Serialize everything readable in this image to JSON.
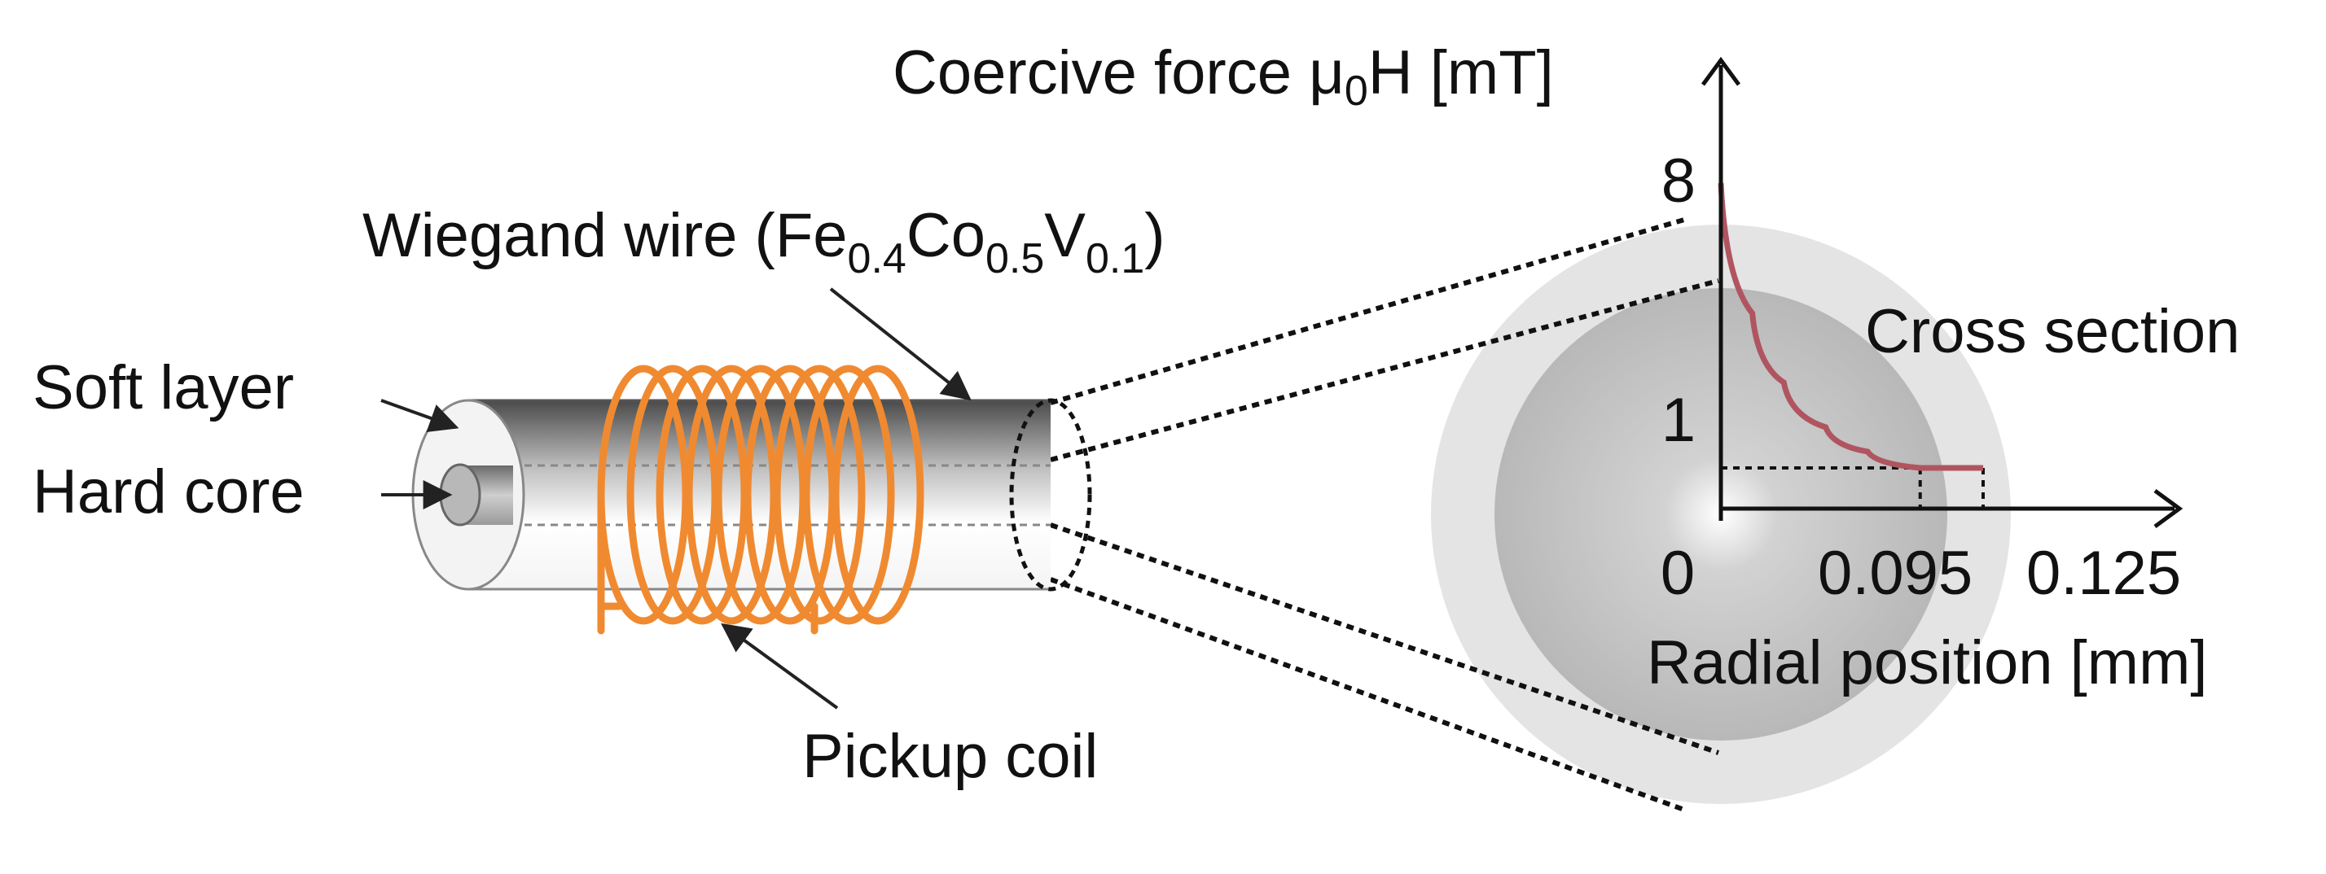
{
  "labels": {
    "axis_y_prefix": "Coercive force μ",
    "axis_y_sub": "0",
    "axis_y_suffix": "H [mT]",
    "wire_prefix": "Wiegand wire (Fe",
    "wire_sub1": "0.4",
    "wire_mid1": "Co",
    "wire_sub2": "0.5",
    "wire_mid2": "V",
    "wire_sub3": "0.1",
    "wire_suffix": ")",
    "soft_layer": "Soft layer",
    "hard_core": "Hard core",
    "pickup_coil": "Pickup  coil",
    "cross_section": "Cross section",
    "axis_x": "Radial position [mm]"
  },
  "chart_data": {
    "type": "line",
    "xlabel": "Radial position [mm]",
    "ylabel": "Coercive force μ0H [mT]",
    "x_ticks": [
      "0",
      "0.095",
      "0.125"
    ],
    "y_ticks": [
      "8",
      "1"
    ],
    "series": [
      {
        "values": [
          [
            0,
            8
          ],
          [
            0.015,
            4.8
          ],
          [
            0.03,
            3.1
          ],
          [
            0.05,
            2.0
          ],
          [
            0.07,
            1.4
          ],
          [
            0.095,
            1.0
          ],
          [
            0.125,
            1.0
          ]
        ]
      }
    ],
    "guides": [
      {
        "from": [
          0,
          1
        ],
        "to": [
          0.095,
          1
        ]
      },
      {
        "from": [
          0.095,
          1
        ],
        "to": [
          0.095,
          0
        ]
      },
      {
        "from": [
          0.125,
          1
        ],
        "to": [
          0.125,
          0
        ]
      }
    ]
  },
  "colors": {
    "coil": "#F08A30",
    "curve": "#B05560",
    "inner_disk": "#C4C4C4",
    "outer_disk": "#E4E4E4"
  }
}
